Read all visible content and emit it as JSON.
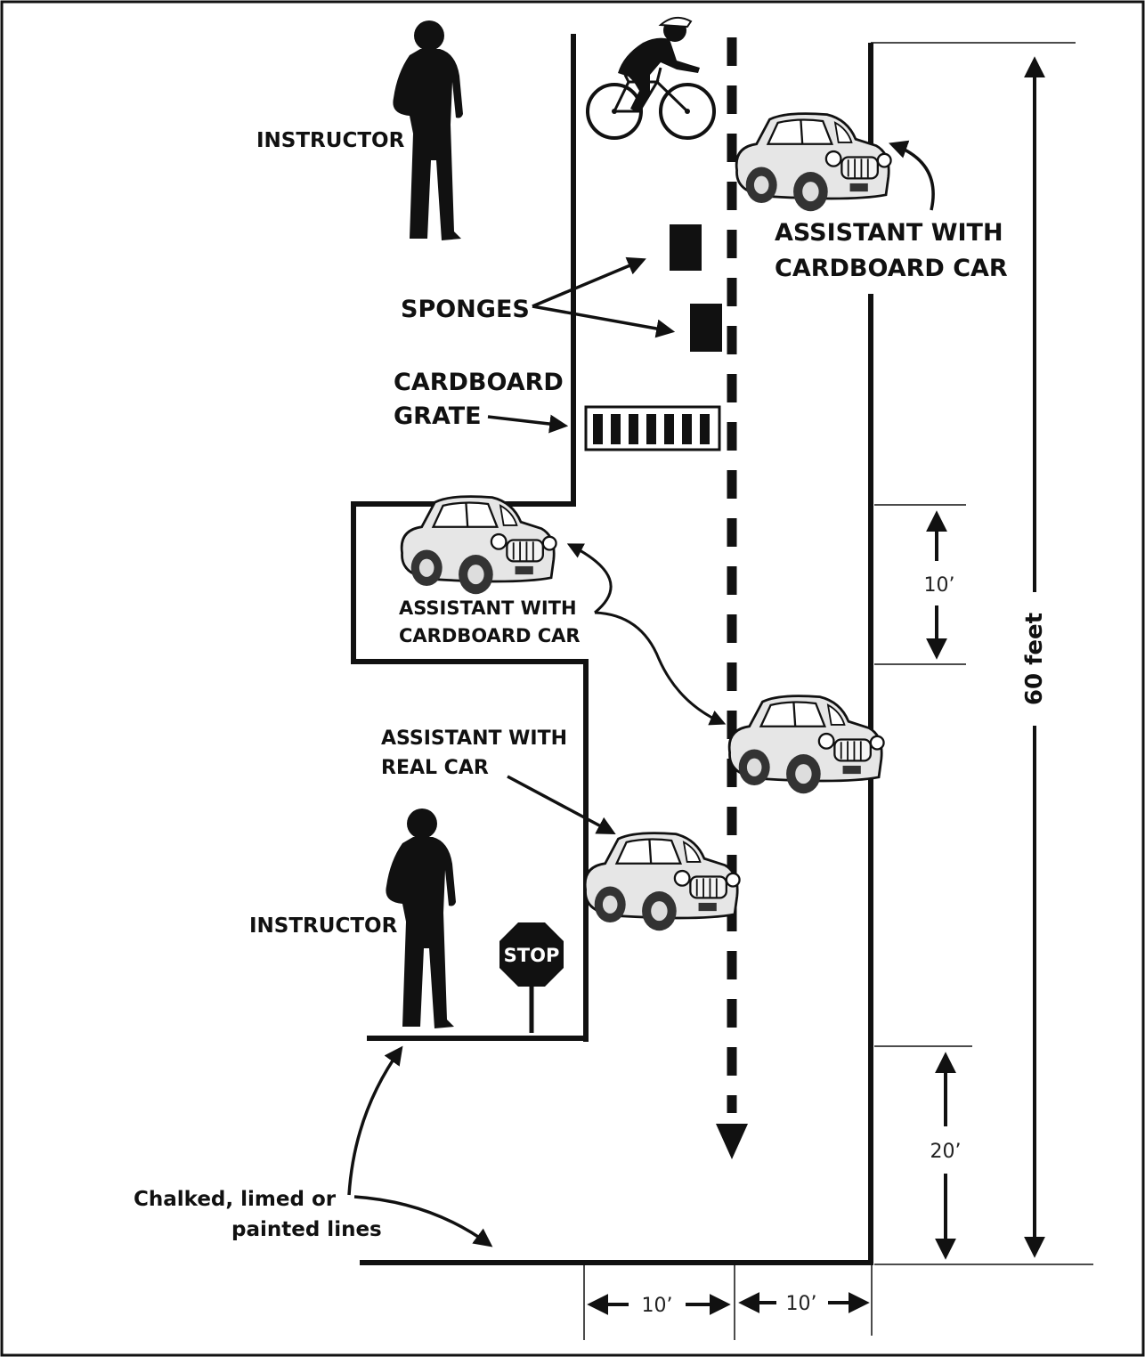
{
  "labels": {
    "instructor_top": "INSTRUCTOR",
    "instructor_bottom": "INSTRUCTOR",
    "sponges": "SPONGES",
    "cardboard_grate_1": "CARDBOARD",
    "cardboard_grate_2": "GRATE",
    "assistant_cardboard_right_1": "ASSISTANT WITH",
    "assistant_cardboard_right_2": "CARDBOARD CAR",
    "assistant_cardboard_left_1": "ASSISTANT WITH",
    "assistant_cardboard_left_2": "CARDBOARD CAR",
    "assistant_real_1": "ASSISTANT WITH",
    "assistant_real_2": "REAL CAR",
    "stop_sign": "STOP",
    "lines_note_1": "Chalked, limed or",
    "lines_note_2": "painted lines"
  },
  "dimensions": {
    "total_length": "60 feet",
    "driveway_width": "10’",
    "stop_setback": "20’",
    "lane_left": "10’",
    "lane_right": "10’"
  },
  "icons": [
    "instructor-silhouette-icon",
    "bicyclist-icon",
    "sponge-icon",
    "grate-icon",
    "car-icon",
    "stop-sign-icon"
  ],
  "colors": {
    "ink": "#111111",
    "car_body": "#e6e6e6",
    "background": "#ffffff"
  }
}
